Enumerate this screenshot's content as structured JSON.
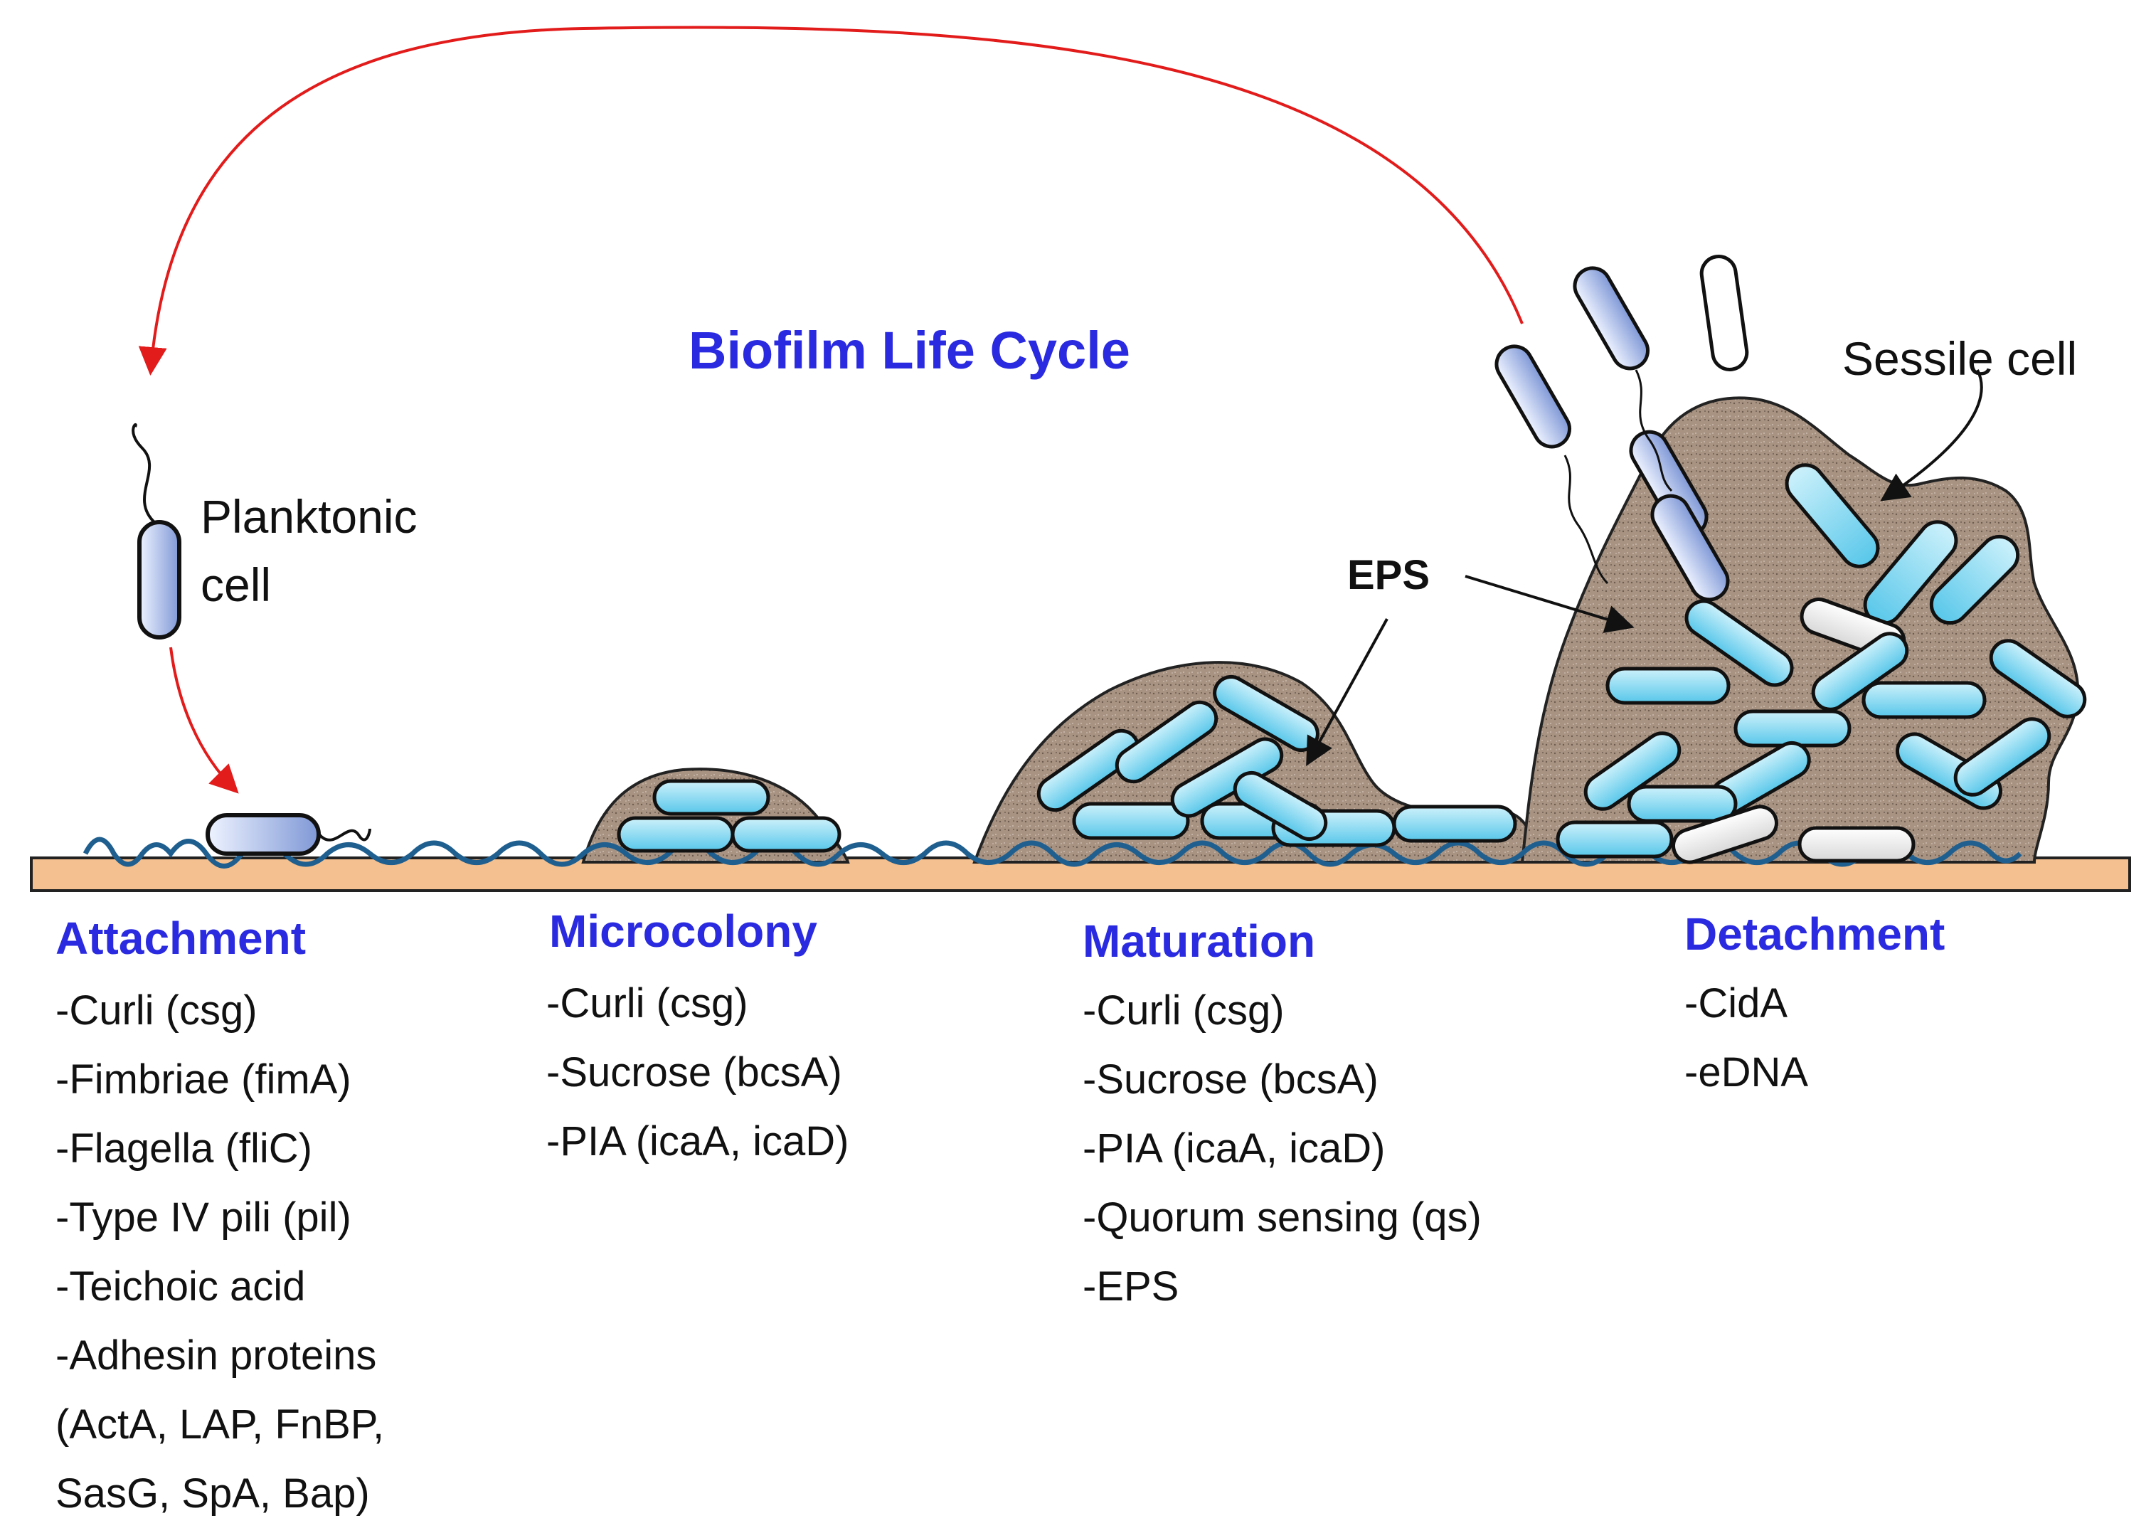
{
  "title": "Biofilm Life Cycle",
  "labels": {
    "planktonic_line1": "Planktonic",
    "planktonic_line2": "cell",
    "sessile": "Sessile cell",
    "eps": "EPS"
  },
  "stages": [
    {
      "name": "Attachment",
      "items": [
        "-Curli (csg)",
        "-Fimbriae (fimA)",
        "-Flagella (fliC)",
        "-Type IV pili (pil)",
        "-Teichoic acid",
        "-Adhesin proteins",
        "(ActA, LAP, FnBP,",
        "SasG, SpA, Bap)"
      ]
    },
    {
      "name": "Microcolony",
      "items": [
        "-Curli (csg)",
        "-Sucrose (bcsA)",
        "-PIA (icaA, icaD)"
      ]
    },
    {
      "name": "Maturation",
      "items": [
        "-Curli (csg)",
        "-Sucrose (bcsA)",
        "-PIA (icaA, icaD)",
        "-Quorum sensing (qs)",
        "-EPS"
      ]
    },
    {
      "name": "Detachment",
      "items": [
        "-CidA",
        "-eDNA"
      ]
    }
  ],
  "colors": {
    "title": "#2a2ae0",
    "arrow_red": "#e21b1b",
    "substrate": "#f5c08f",
    "matrix": "#a58f7e",
    "cell_cyan": "#7fd6f0",
    "cell_blue": "#9fb3e6",
    "eDNA": "#1f5f8f"
  }
}
